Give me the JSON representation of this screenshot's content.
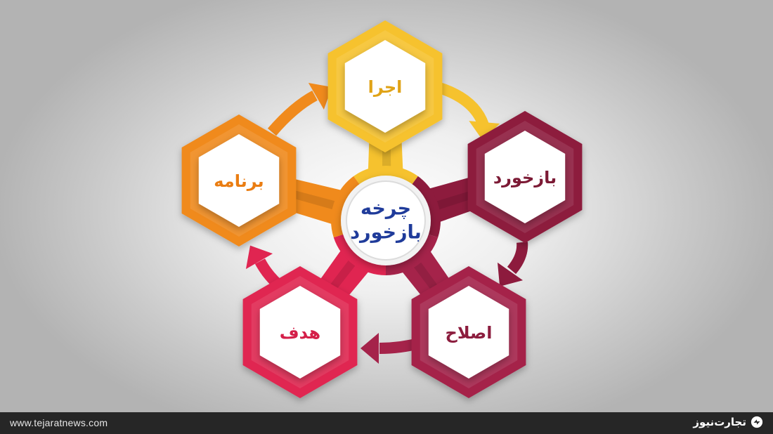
{
  "center": {
    "line1": "چرخه",
    "line2": "بازخورد"
  },
  "nodes": [
    {
      "id": "ejra",
      "label": "اجرا",
      "color": "#f6c22e",
      "text_color": "#e0a317"
    },
    {
      "id": "bazkhord",
      "label": "بازخورد",
      "color": "#8d1b3d",
      "text_color": "#7c1a35"
    },
    {
      "id": "eslah",
      "label": "اصلاح",
      "color": "#a5234a",
      "text_color": "#8c1d3e"
    },
    {
      "id": "hadaf",
      "label": "هدف",
      "color": "#e02551",
      "text_color": "#d41f49"
    },
    {
      "id": "barnameh",
      "label": "برنامه",
      "color": "#f08a1c",
      "text_color": "#ea7d12"
    }
  ],
  "footer": {
    "url": "www.tejaratnews.com",
    "brand": "تجارت‌نیوز"
  }
}
